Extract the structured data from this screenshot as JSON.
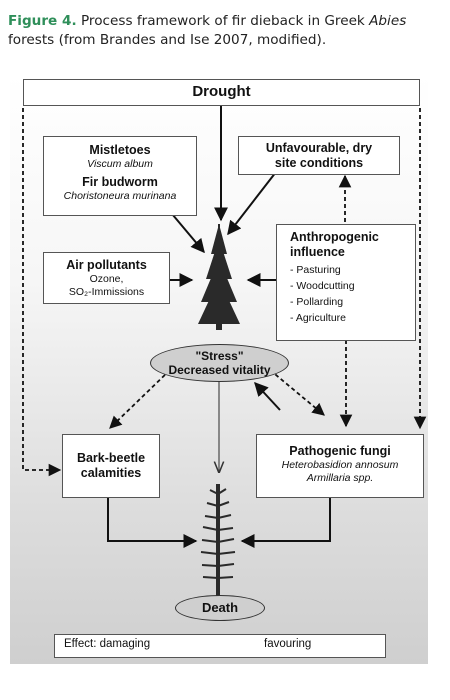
{
  "caption": {
    "figure_label": "Figure 4.",
    "text_before_italic": " Process framework of fir dieback in Greek ",
    "italic": "Abies",
    "text_after_italic": " forests (from Brandes and Ise 2007, modified)."
  },
  "nodes": {
    "drought": "Drought",
    "mistletoes": {
      "title": "Mistletoes",
      "latin": "Viscum album"
    },
    "fir_budworm": {
      "title": "Fir budworm",
      "latin": "Choristoneura murinana"
    },
    "site": {
      "line1": "Unfavourable, dry",
      "line2": "site conditions"
    },
    "air": {
      "title": "Air pollutants",
      "line1": "Ozone,",
      "line2": "SO₂-Immissions"
    },
    "anthro": {
      "line1": "Anthropogenic",
      "line2": "influence",
      "items": [
        "- Pasturing",
        "- Woodcutting",
        "- Pollarding",
        "- Agriculture"
      ]
    },
    "stress": {
      "line1": "\"Stress\"",
      "line2": "Decreased vitality"
    },
    "bark": {
      "line1": "Bark-beetle",
      "line2": "calamities"
    },
    "fungi": {
      "title": "Pathogenic fungi",
      "latin1": "Heterobasidion annosum",
      "latin2": "Armillaria spp."
    },
    "death": "Death"
  },
  "legend": {
    "prefix": "Effect:",
    "damaging": "damaging",
    "favouring": "favouring"
  },
  "colors": {
    "caption_accent": "#2f8f5a",
    "arrow": "#111111",
    "box_border": "#555555",
    "ellipse_fill": "#cfcfcf"
  }
}
